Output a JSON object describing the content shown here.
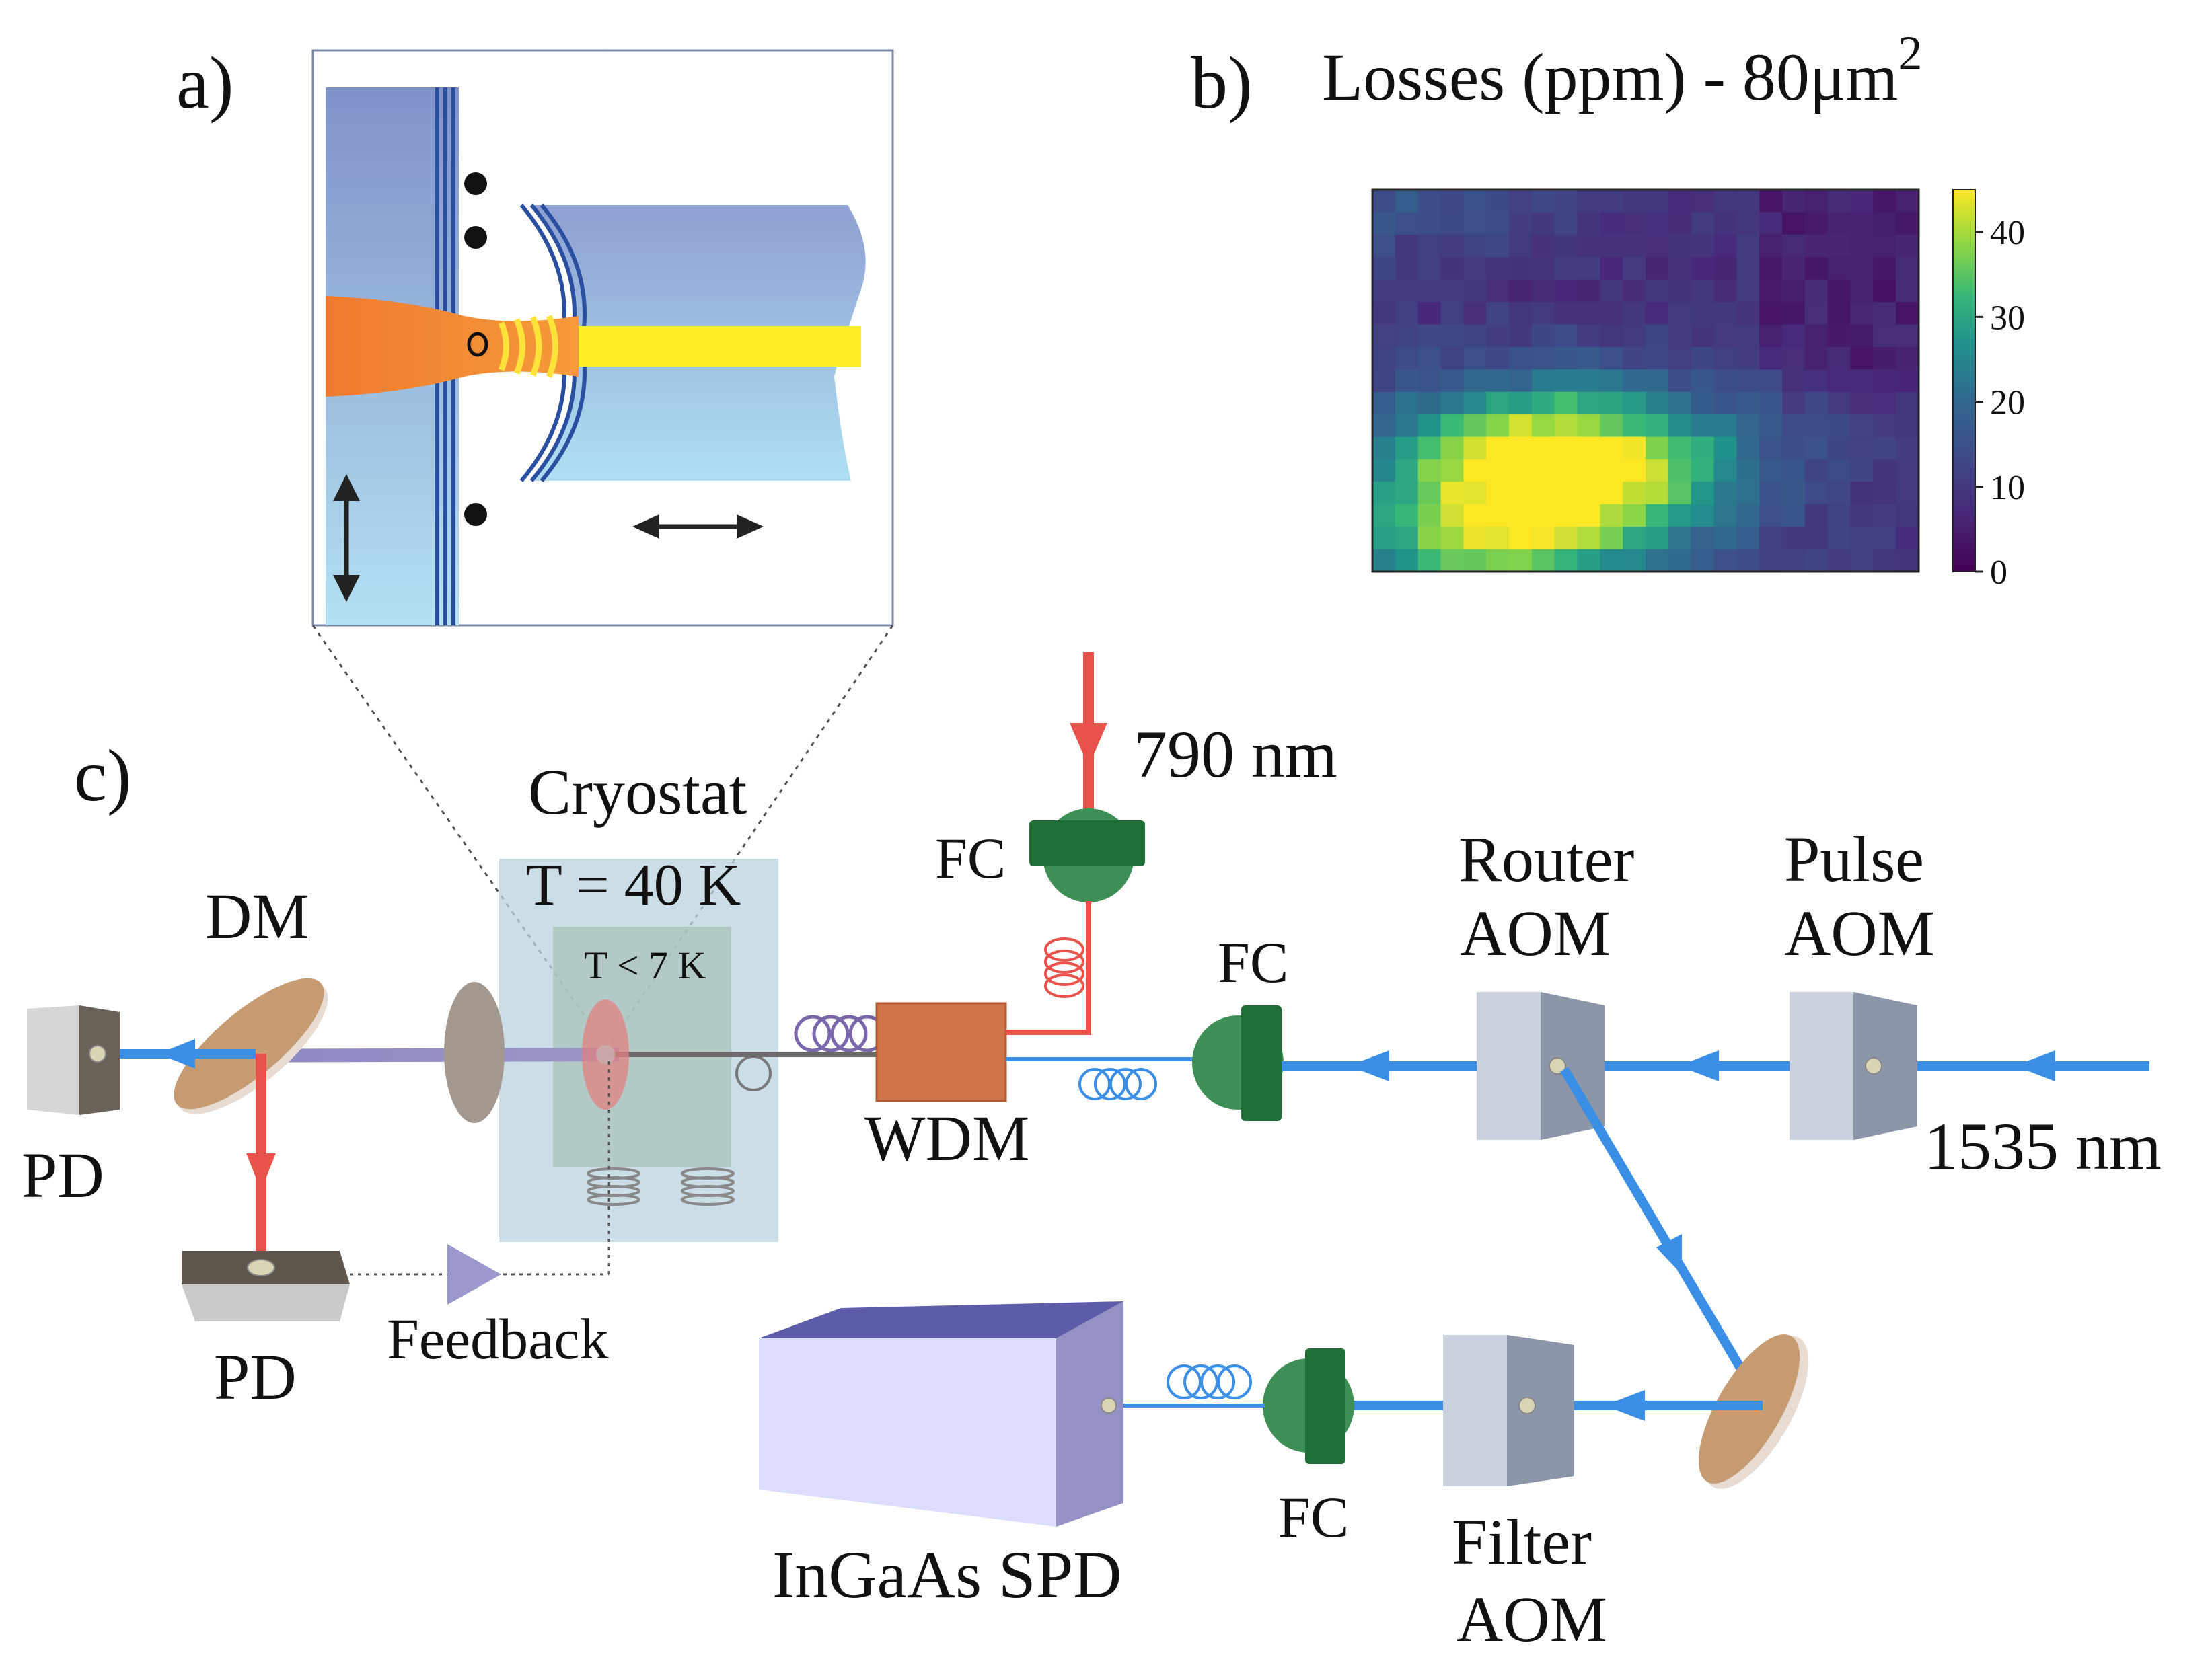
{
  "panels": {
    "a": {
      "label": "a)"
    },
    "b": {
      "label": "b)",
      "title": "Losses (ppm) - 80μm",
      "title_superscript": "2"
    },
    "c": {
      "label": "c)"
    }
  },
  "colorbar": {
    "ticks": [
      "40",
      "30",
      "20",
      "10",
      "0"
    ],
    "min": 0,
    "max": 45,
    "colormap": "viridis"
  },
  "heatmap": {
    "rows": 17,
    "cols": 24,
    "description_free": true
  },
  "labels": {
    "cryostat": "Cryostat",
    "cryostat_temp": "T = 40 K",
    "inner_temp": "T < 7 K",
    "dm": "DM",
    "pd_left": "PD",
    "pd_bottom": "PD",
    "feedback": "Feedback",
    "wdm": "WDM",
    "fc_top": "FC",
    "fc_mid": "FC",
    "fc_bottom": "FC",
    "wl_790": "790 nm",
    "wl_1535": "1535 nm",
    "router_aom_1": "Router",
    "router_aom_2": "AOM",
    "pulse_aom_1": "Pulse",
    "pulse_aom_2": "AOM",
    "filter_aom_1": "Filter",
    "filter_aom_2": "AOM",
    "spd": "InGaAs SPD",
    "inset_mark": "o"
  },
  "colors": {
    "blue_beam": "#3a8ee6",
    "red_beam": "#e8524a",
    "fc_green": "#1e7a3e",
    "fc_green_light": "#3d8f55",
    "wdm_orange": "#d0744a",
    "aom_face": "#c8d0de",
    "aom_side": "#8c97a8",
    "mirror": "#c99870",
    "cryostat_bg": "#b8cfdd",
    "spd_face": "#dcdcff",
    "spd_side": "#9492c4",
    "spd_top": "#6666aa"
  }
}
